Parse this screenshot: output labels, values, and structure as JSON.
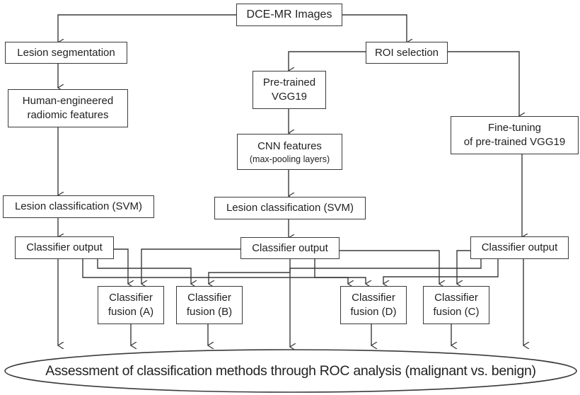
{
  "diagram": {
    "nodes": {
      "dce_mr_images": "DCE-MR Images",
      "lesion_segmentation": "Lesion segmentation",
      "roi_selection": "ROI selection",
      "human_engineered_line1": "Human-engineered",
      "human_engineered_line2": "radiomic features",
      "pretrained_line1": "Pre-trained",
      "pretrained_line2": "VGG19",
      "cnn_features_line1": "CNN features",
      "cnn_features_line2": "(max-pooling layers)",
      "finetuning_line1": "Fine-tuning",
      "finetuning_line2": "of pre-trained  VGG19",
      "lesion_classification_left": "Lesion classification (SVM)",
      "lesion_classification_mid": "Lesion classification (SVM)",
      "classifier_output_left": "Classifier output",
      "classifier_output_mid": "Classifier output",
      "classifier_output_right": "Classifier output",
      "fusion_a_line1": "Classifier",
      "fusion_a_line2": "fusion (A)",
      "fusion_b_line1": "Classifier",
      "fusion_b_line2": "fusion (B)",
      "fusion_d_line1": "Classifier",
      "fusion_d_line2": "fusion (D)",
      "fusion_c_line1": "Classifier",
      "fusion_c_line2": "fusion (C)",
      "assessment": "Assessment of classification methods through ROC analysis (malignant vs. benign)"
    },
    "edges": [
      [
        "DCE-MR Images",
        "Lesion segmentation"
      ],
      [
        "DCE-MR Images",
        "ROI selection"
      ],
      [
        "Lesion segmentation",
        "Human-engineered radiomic features"
      ],
      [
        "Human-engineered radiomic features",
        "Lesion classification (SVM) [left]"
      ],
      [
        "Lesion classification (SVM) [left]",
        "Classifier output [left]"
      ],
      [
        "ROI selection",
        "Pre-trained VGG19"
      ],
      [
        "ROI selection",
        "Fine-tuning of pre-trained VGG19"
      ],
      [
        "Pre-trained VGG19",
        "CNN features (max-pooling layers)"
      ],
      [
        "CNN features (max-pooling layers)",
        "Lesion classification (SVM) [mid]"
      ],
      [
        "Lesion classification (SVM) [mid]",
        "Classifier output [mid]"
      ],
      [
        "Fine-tuning of pre-trained VGG19",
        "Classifier output [right]"
      ],
      [
        "Classifier output [left]",
        "Classifier fusion (A)"
      ],
      [
        "Classifier output [mid]",
        "Classifier fusion (A)"
      ],
      [
        "Classifier output [left]",
        "Classifier fusion (B)"
      ],
      [
        "Classifier output [right]",
        "Classifier fusion (B)"
      ],
      [
        "Classifier output [left]",
        "Classifier fusion (D)"
      ],
      [
        "Classifier output [mid]",
        "Classifier fusion (D)"
      ],
      [
        "Classifier output [right]",
        "Classifier fusion (D)"
      ],
      [
        "Classifier output [mid]",
        "Classifier fusion (C)"
      ],
      [
        "Classifier output [right]",
        "Classifier fusion (C)"
      ],
      [
        "Classifier output [left]",
        "Assessment"
      ],
      [
        "Classifier fusion (A)",
        "Assessment"
      ],
      [
        "Classifier fusion (B)",
        "Assessment"
      ],
      [
        "Classifier output [mid]",
        "Assessment"
      ],
      [
        "Classifier fusion (D)",
        "Assessment"
      ],
      [
        "Classifier fusion (C)",
        "Assessment"
      ],
      [
        "Classifier output [right]",
        "Assessment"
      ]
    ]
  }
}
